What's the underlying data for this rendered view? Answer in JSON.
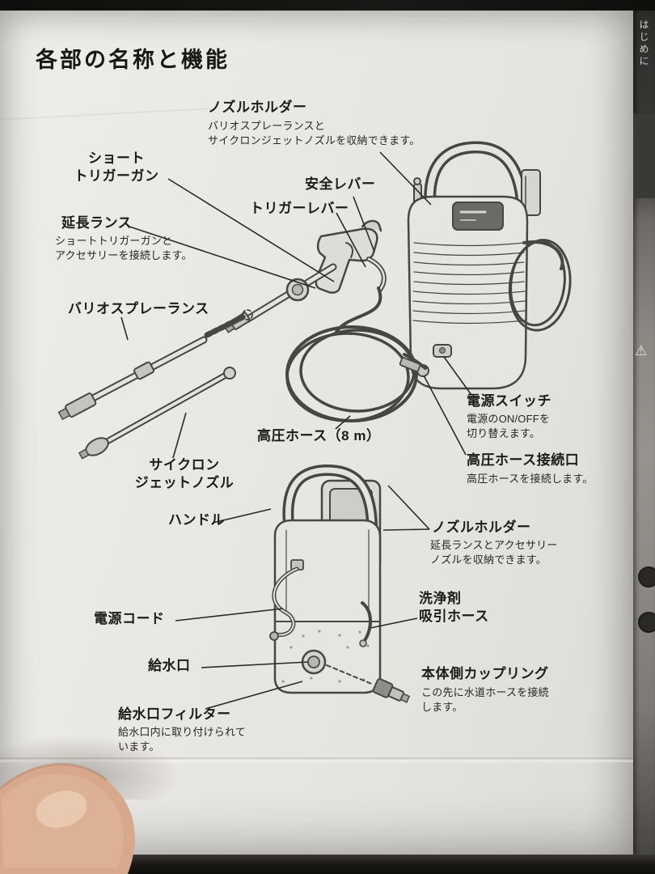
{
  "page": {
    "title": "各部の名称と機能",
    "side_tab": "はじめに"
  },
  "labels": {
    "nozzle_holder_top": {
      "title": "ノズルホルダー",
      "desc": "バリオスプレーランスと\nサイクロンジェットノズルを収納できます。"
    },
    "short_trigger_gun": {
      "title": "ショート\nトリガーガン"
    },
    "safety_lever": {
      "title": "安全レバー"
    },
    "trigger_lever": {
      "title": "トリガーレバー"
    },
    "extension_lance": {
      "title": "延長ランス",
      "desc": "ショートトリガーガンと\nアクセサリーを接続します。"
    },
    "vario_spray_lance": {
      "title": "バリオスプレーランス"
    },
    "cyclone_jet_nozzle": {
      "title": "サイクロン\nジェットノズル"
    },
    "high_pressure_hose": {
      "title": "高圧ホース（8 m）"
    },
    "power_switch": {
      "title": "電源スイッチ",
      "desc": "電源のON/OFFを\n切り替えます。"
    },
    "hose_connection": {
      "title": "高圧ホース接続口",
      "desc": "高圧ホースを接続します。"
    },
    "handle": {
      "title": "ハンドル"
    },
    "nozzle_holder_bottom": {
      "title": "ノズルホルダー",
      "desc": "延長ランスとアクセサリー\nノズルを収納できます。"
    },
    "power_cord": {
      "title": "電源コード"
    },
    "detergent_hose": {
      "title": "洗浄剤\n吸引ホース"
    },
    "water_inlet": {
      "title": "給水口"
    },
    "body_coupling": {
      "title": "本体側カップリング",
      "desc": "この先に水道ホースを接続\nします。"
    },
    "inlet_filter": {
      "title": "給水口フィルター",
      "desc": "給水口内に取り付けられて\nいます。"
    }
  }
}
